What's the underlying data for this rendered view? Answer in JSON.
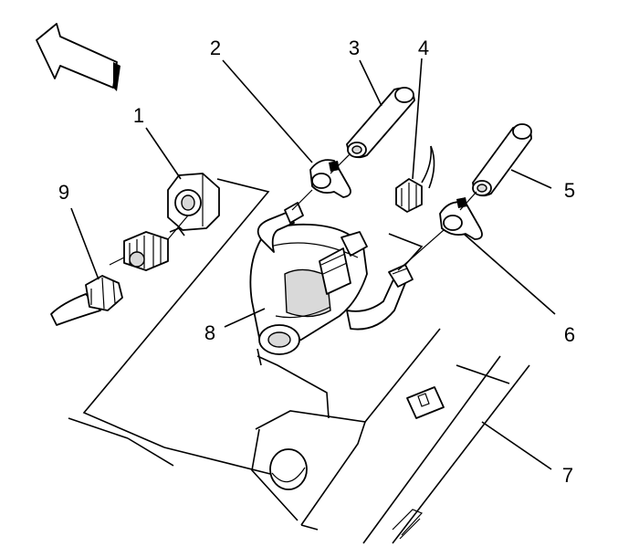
{
  "diagram": {
    "callouts": [
      {
        "id": "1",
        "text": "1"
      },
      {
        "id": "2",
        "text": "2"
      },
      {
        "id": "3",
        "text": "3"
      },
      {
        "id": "4",
        "text": "4"
      },
      {
        "id": "5",
        "text": "5"
      },
      {
        "id": "6",
        "text": "6"
      },
      {
        "id": "7",
        "text": "7"
      },
      {
        "id": "8",
        "text": "8"
      },
      {
        "id": "9",
        "text": "9"
      }
    ],
    "colors": {
      "ink": "#000000",
      "paper": "#ffffff",
      "shade": "#d9d9d9"
    }
  }
}
